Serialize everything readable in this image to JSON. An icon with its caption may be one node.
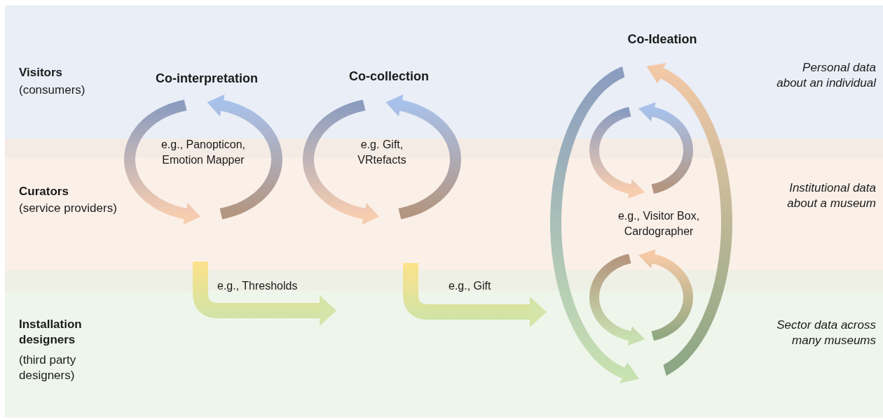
{
  "diagram": {
    "nodes": [
      {
        "text": [
          "Visitors",
          "(consumers)",
          "Personal data about an individual"
        ]
      },
      {
        "text": [
          "Curators",
          "(service providers)",
          "Institutional data about a museum"
        ]
      },
      {
        "text": [
          "Installation designers",
          "(third party designers)",
          "Sector data across many museums"
        ]
      }
    ],
    "edges": [
      {
        "from": 1,
        "to": 2,
        "arrow": "to",
        "label": "e.g., Thresholds"
      },
      {
        "from": 1,
        "to": 2,
        "arrow": "to",
        "label": "e.g., Gift"
      }
    ],
    "labels": [
      "Co-Ideation",
      "Co-interpretation",
      "Co-collection",
      "e.g., Panopticon, Emotion Mapper",
      "e.g. Gift, VRtefacts",
      "e.g., Visitor Box, Cardographer"
    ]
  }
}
